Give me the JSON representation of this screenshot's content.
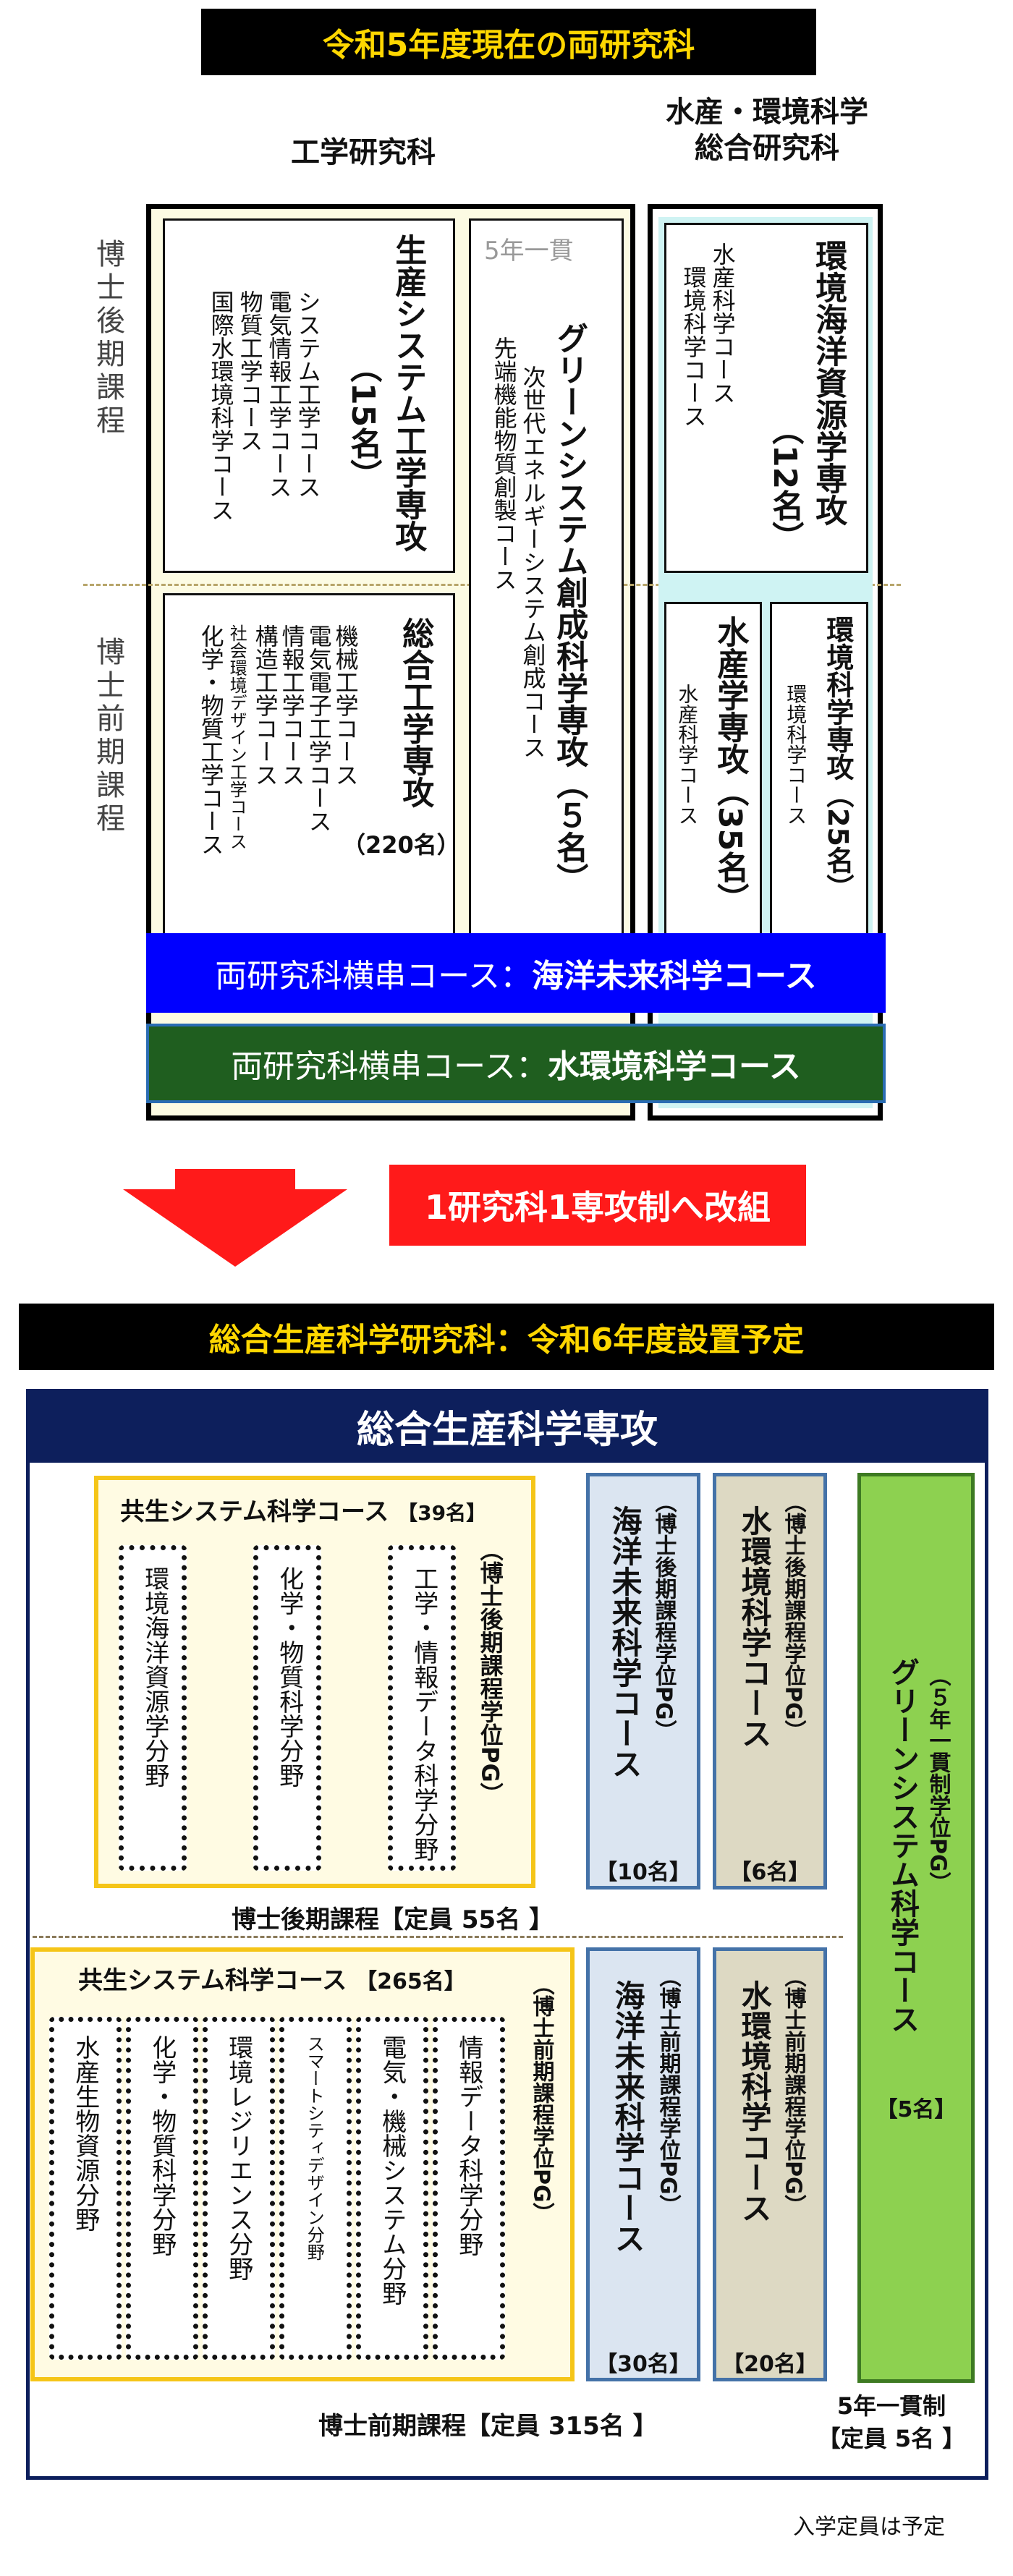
{
  "top": {
    "title": "令和5年度現在の両研究科",
    "eng_header": "工学研究科",
    "marine_header": [
      "水産・環境科学",
      "総合研究科"
    ],
    "doctoral_later": "博士後期課程",
    "doctoral_early": "博士前期課程",
    "seisan": {
      "name": "生産システム工学専攻",
      "quota": "（15名）",
      "courses": [
        "システム工学コース",
        "電気情報工学コース",
        "物質工学コース",
        "国際水環境科学コース"
      ]
    },
    "sogo": {
      "name": "総合工学専攻",
      "quota": "（220名）",
      "courses": [
        "機械工学コース",
        "電気電子工学コース",
        "情報工学コース",
        "構造工学コース",
        "社会環境デザイン工学コース",
        "化学・物質工学コース"
      ]
    },
    "green": {
      "tag": "5年一貫",
      "name": "グリーンシステム創成科学専攻（５名）",
      "courses": [
        "次世代エネルギーシステム創成コース",
        "先端機能物質創製コース"
      ]
    },
    "kankyo_kaiyo": {
      "name": "環境海洋資源学専攻",
      "quota": "（12名）",
      "courses": [
        "水産科学コース",
        "環境科学コース"
      ]
    },
    "suisan": {
      "name": "水産学専攻（35名）",
      "course": "水産科学コース"
    },
    "kankyo": {
      "name": "環境科学専攻（25名）",
      "course": "環境科学コース"
    },
    "cross_blue": {
      "prefix": "両研究科横串コース：",
      "name": "海洋未来科学コース"
    },
    "cross_green": {
      "prefix": "両研究科横串コース：",
      "name": "水環境科学コース"
    }
  },
  "transition": {
    "label": "1研究科1専攻制へ改組"
  },
  "bottom": {
    "title": "総合生産科学研究科：令和6年度設置予定",
    "major": "総合生産科学専攻",
    "later_course": {
      "name": "共生システム科学コース",
      "quota": "【39名】",
      "pg": "（博士後期課程学位PG）",
      "fields": [
        "環境海洋資源学分野",
        "化学・物質科学分野",
        "工学・情報データ科学分野"
      ]
    },
    "later_label": "博士後期課程【定員 55名 】",
    "early_course": {
      "name": "共生システム科学コース",
      "quota": "【265名】",
      "pg": "（博士前期課程学位PG）",
      "fields": [
        "水産生物資源分野",
        "化学・物質科学分野",
        "環境レジリエンス分野",
        "スマートシティデザイン分野",
        "電気・機械システム分野",
        "情報データ科学分野"
      ]
    },
    "early_label": "博士前期課程【定員 315名 】",
    "marine_later": {
      "pg": "（博士後期課程学位PG）",
      "name": "海洋未来科学コース",
      "quota": "【10名】"
    },
    "water_later": {
      "pg": "（博士後期課程学位PG）",
      "name": "水環境科学コース",
      "quota": "【6名】"
    },
    "marine_early": {
      "pg": "（博士前期課程学位PG）",
      "name": "海洋未来科学コース",
      "quota": "【30名】"
    },
    "water_early": {
      "pg": "（博士前期課程学位PG）",
      "name": "水環境科学コース",
      "quota": "【20名】"
    },
    "green": {
      "pg": "（５年一貫制学位PG）",
      "name": "グリーンシステム科学コース",
      "quota": "【5名】"
    },
    "five_year": [
      "5年一貫制",
      "【定員 5名 】"
    ],
    "note": "入学定員は予定"
  },
  "colors": {
    "band_bg": "#000000",
    "band_text": "#ffd700",
    "cross_blue": "#0000ff",
    "cross_green": "#1f5e1f",
    "arrow": "#ff1a1a",
    "navy": "#0d1f5c",
    "yellow_border": "#f5c518",
    "green_course": "#8dd150",
    "blue_course": "#dbe5f1",
    "tan_course": "#ddd9c3"
  }
}
